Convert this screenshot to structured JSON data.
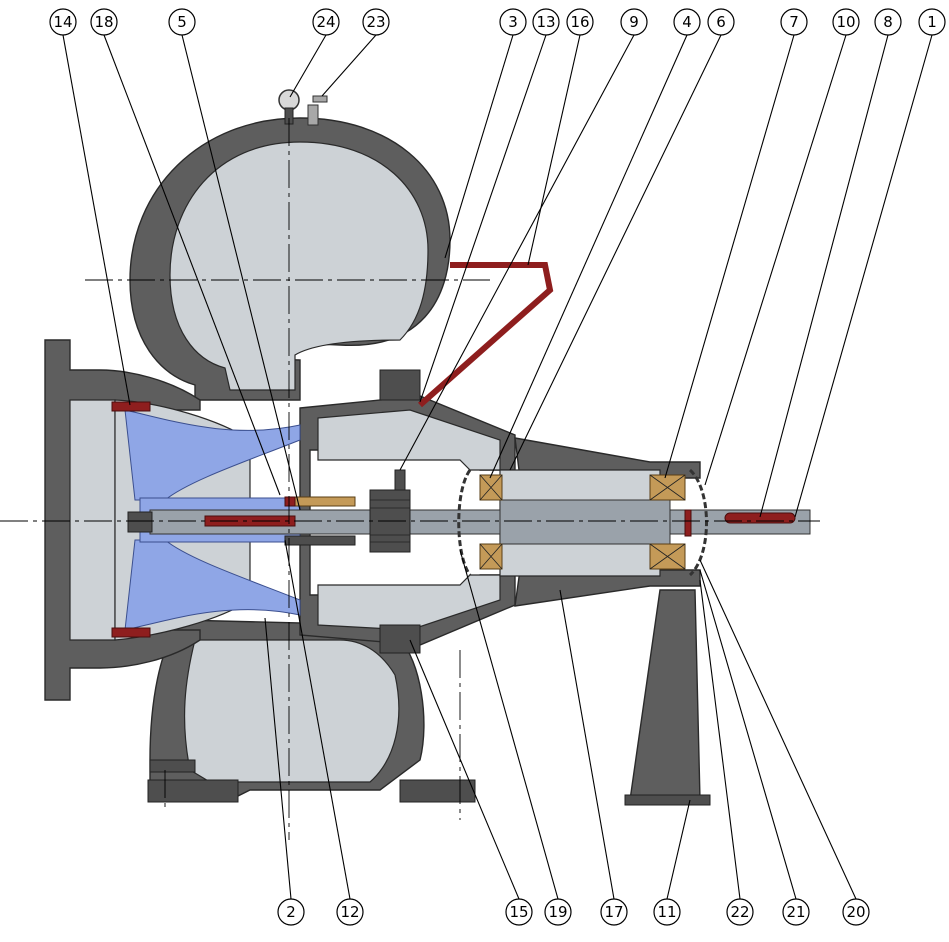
{
  "callouts": [
    {
      "label": "14"
    },
    {
      "label": "18"
    },
    {
      "label": "5"
    },
    {
      "label": "24"
    },
    {
      "label": "23"
    },
    {
      "label": "3"
    },
    {
      "label": "13"
    },
    {
      "label": "16"
    },
    {
      "label": "9"
    },
    {
      "label": "4"
    },
    {
      "label": "6"
    },
    {
      "label": "7"
    },
    {
      "label": "10"
    },
    {
      "label": "8"
    },
    {
      "label": "1"
    },
    {
      "label": "2"
    },
    {
      "label": "12"
    },
    {
      "label": "15"
    },
    {
      "label": "19"
    },
    {
      "label": "17"
    },
    {
      "label": "11"
    },
    {
      "label": "22"
    },
    {
      "label": "21"
    },
    {
      "label": "20"
    }
  ],
  "colors": {
    "casing": "#5e5e5e",
    "cavity": "#cdd2d6",
    "impeller": "#8fa6e6",
    "wear_rings_and_keys": "#8e1e1e",
    "sleeve_and_bearings": "#c49a58",
    "shaft": "#9aa2aa"
  }
}
